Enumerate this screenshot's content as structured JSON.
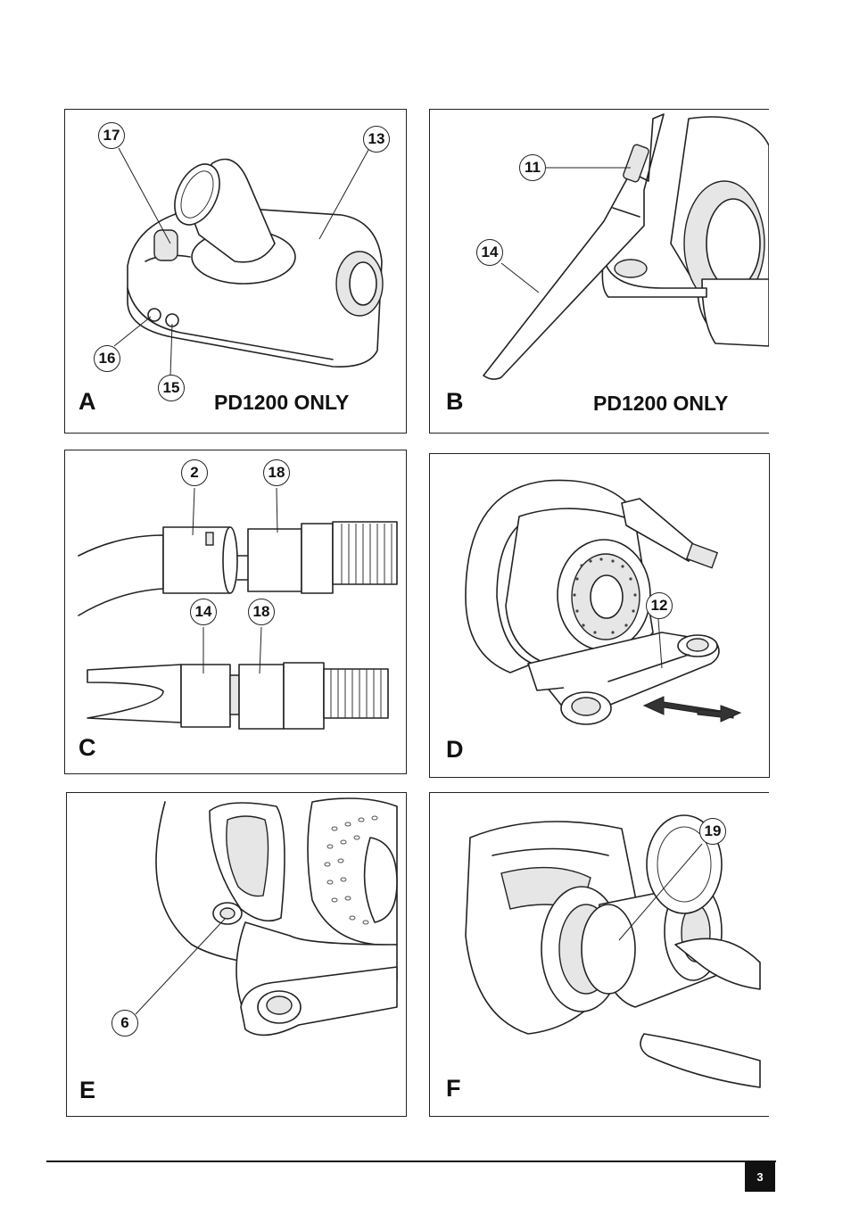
{
  "panels": [
    {
      "id": "A",
      "letter": "A",
      "note": "PD1200 ONLY",
      "callouts": [
        "17",
        "13",
        "16",
        "15"
      ]
    },
    {
      "id": "B",
      "letter": "B",
      "note": "PD1200 ONLY",
      "callouts": [
        "11",
        "14"
      ]
    },
    {
      "id": "C",
      "letter": "C",
      "callouts": [
        "2",
        "18",
        "14",
        "18"
      ]
    },
    {
      "id": "D",
      "letter": "D",
      "callouts": [
        "12"
      ]
    },
    {
      "id": "E",
      "letter": "E",
      "callouts": [
        "6"
      ]
    },
    {
      "id": "F",
      "letter": "F",
      "callouts": [
        "19"
      ]
    }
  ],
  "page_number": "3"
}
